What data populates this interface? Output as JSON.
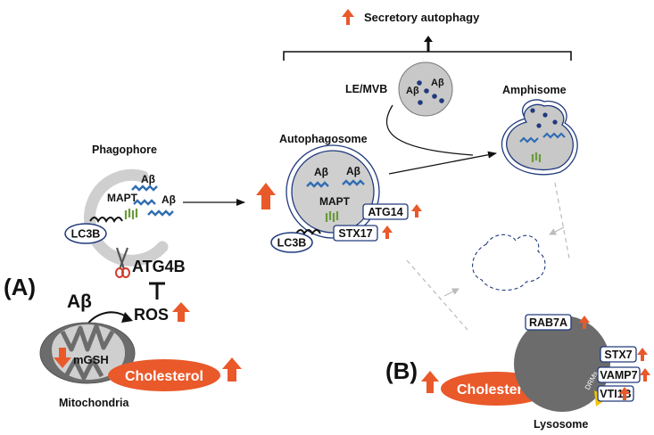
{
  "colors": {
    "accent_orange": "#e9592a",
    "grey_fill": "#cfcfcf",
    "dark_grey": "#6c6c6c",
    "navy": "#203a7c",
    "protein_blue": "#2f6db2",
    "protein_green": "#6a9a3a",
    "yellow": "#f5c400"
  },
  "top": {
    "secretory": "Secretory autophagy"
  },
  "vesicles": {
    "phagophore": "Phagophore",
    "autophagosome": "Autophagosome",
    "lemvb": "LE/MVB",
    "amphisome": "Amphisome",
    "lysosome": "Lysosome",
    "mitochondria": "Mitochondria"
  },
  "proteins": {
    "abeta": "Aβ",
    "mapt": "MAPT",
    "lc3b": "LC3B",
    "atg4b": "ATG4B",
    "atg14": "ATG14",
    "stx17": "STX17",
    "rab7a": "RAB7A",
    "stx7": "STX7",
    "vamp7": "VAMP7",
    "vti1b": "VTI1B",
    "drms": "DRMs"
  },
  "panel_a": {
    "letter": "(A)",
    "abeta": "Aβ",
    "ros": "ROS",
    "mgsh": "mGSH",
    "cholesterol": "Cholesterol"
  },
  "panel_b": {
    "letter": "(B)",
    "cholesterol": "Cholesterol"
  }
}
